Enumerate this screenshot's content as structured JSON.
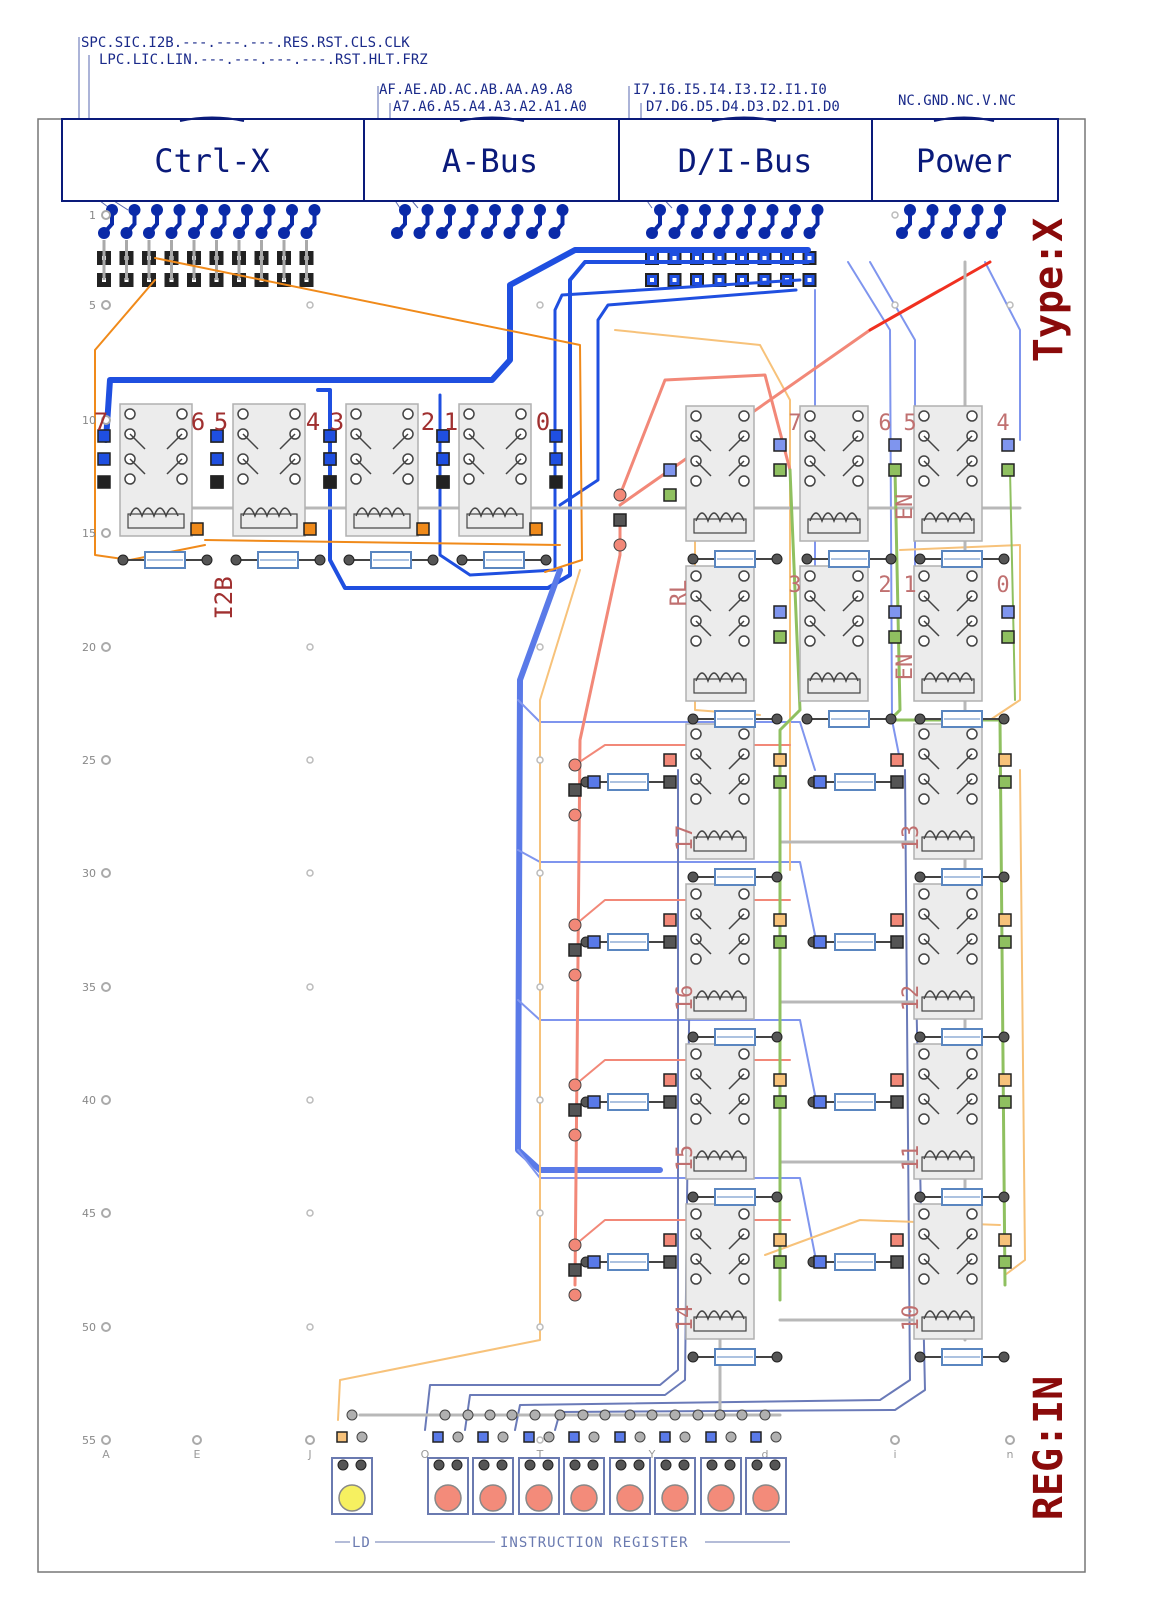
{
  "connectors": [
    {
      "title": "Ctrl-X",
      "pins_top": "SPC.SIC.I2B.---.---.---.RES.RST.CLS.CLK",
      "pins_bottom": "LPC.LIC.LIN.---.---.---.---.RST.HLT.FRZ"
    },
    {
      "title": "A-Bus",
      "pins_top": "AF.AE.AD.AC.AB.AA.A9.A8",
      "pins_bottom": "A7.A6.A5.A4.A3.A2.A1.A0"
    },
    {
      "title": "D/I-Bus",
      "pins_top": "I7.I6.I5.I4.I3.I2.I1.I0",
      "pins_bottom": "D7.D6.D5.D4.D3.D2.D1.D0"
    },
    {
      "title": "Power",
      "pins_top": "NC.GND.NC.V.NC"
    }
  ],
  "board_type": "Type:X",
  "register_name": "REG:IN",
  "row_numbers": [
    "1",
    "5",
    "10",
    "15",
    "20",
    "25",
    "30",
    "35",
    "40",
    "45",
    "50",
    "55"
  ],
  "column_letters": [
    "A",
    "E",
    "J",
    "O",
    "T",
    "Y",
    "d",
    "i",
    "n"
  ],
  "relay_bits_top": [
    "7",
    "6",
    "5",
    "4",
    "3",
    "2",
    "1",
    "0"
  ],
  "relay_bits_right_top": [
    "7",
    "6",
    "5",
    "4"
  ],
  "relay_bits_right_mid": [
    "3",
    "2",
    "1",
    "0"
  ],
  "labels": {
    "i2b": "I2B",
    "rl": "RL",
    "en1": "EN",
    "en2": "EN"
  },
  "register_bits_left": [
    "17",
    "16",
    "15",
    "14"
  ],
  "register_bits_right": [
    "13",
    "12",
    "11",
    "10"
  ],
  "bottom": {
    "ld": "LD",
    "title": "INSTRUCTION REGISTER"
  },
  "colors": {
    "bus_blue": "#1f4fe0",
    "light_blue": "#7f95ee",
    "orange": "#f08a1a",
    "light_orange": "#f7c27a",
    "salmon": "#f28878",
    "red": "#f03020",
    "green": "#8fc060",
    "grey": "#b8b8b8",
    "led_yellow": "#f6f060",
    "led_red": "#f38b7a"
  }
}
